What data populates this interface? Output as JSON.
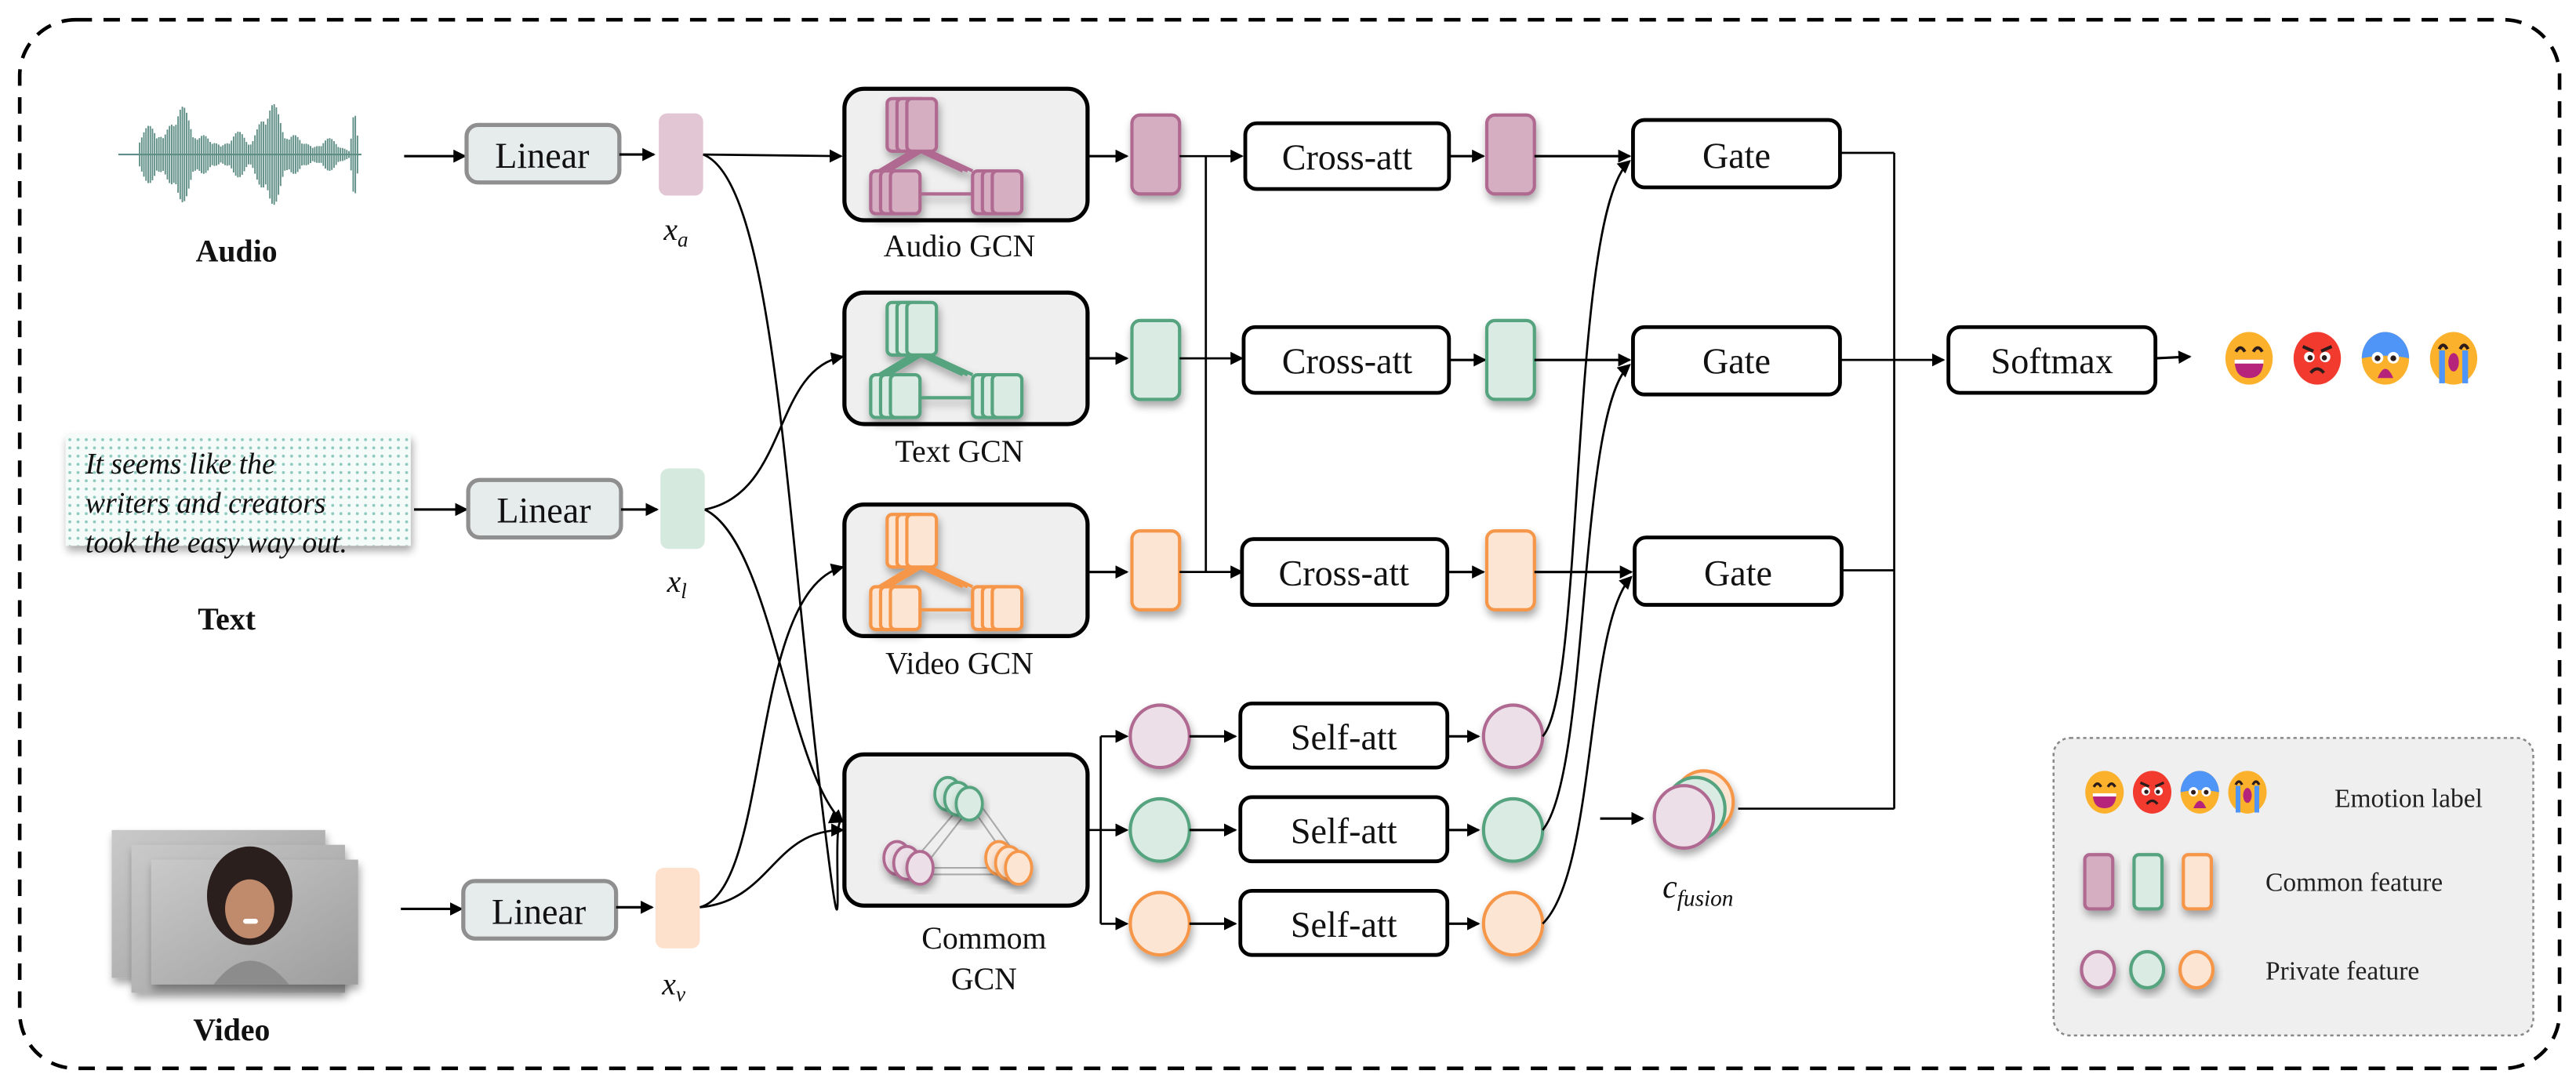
{
  "inputs": {
    "audio": {
      "label": "Audio",
      "var": "x",
      "sub": "a"
    },
    "text": {
      "label": "Text",
      "var": "x",
      "sub": "l",
      "utterance_lines": [
        "It seems like the",
        "writers and creators",
        "took the easy way out."
      ]
    },
    "video": {
      "label": "Video",
      "var": "x",
      "sub": "v"
    }
  },
  "linear_label": "Linear",
  "gcn": {
    "audio": "Audio GCN",
    "text": "Text GCN",
    "video": "Video GCN",
    "common_line1": "Commom",
    "common_line2": "GCN"
  },
  "cross_att_label": "Cross-att",
  "self_att_label": "Self-att",
  "gate_label": "Gate",
  "softmax_label": "Softmax",
  "fusion": {
    "var": "c",
    "sub": "fusion"
  },
  "emotions": [
    "happy",
    "angry",
    "fearful",
    "sad"
  ],
  "legend": {
    "emotion_label": "Emotion label",
    "common_feature": "Common feature",
    "private_feature": "Private feature"
  },
  "colors": {
    "audio_stroke": "#b06a92",
    "audio_fill": "#d5aec1",
    "audio_light": "#ecdfe7",
    "audio_input": "#e2c6d4",
    "text_stroke": "#55a37f",
    "text_fill": "#d9ebe2",
    "text_input": "#d6e9df",
    "video_stroke": "#f5964a",
    "video_fill": "#fde5d3",
    "video_input": "#fde1cc",
    "linear_fill": "#e6eceb",
    "linear_stroke": "#8f8f8f",
    "gcn_fill": "#efefef",
    "legend_fill": "#efefef",
    "waveform": "#5f8f86"
  }
}
